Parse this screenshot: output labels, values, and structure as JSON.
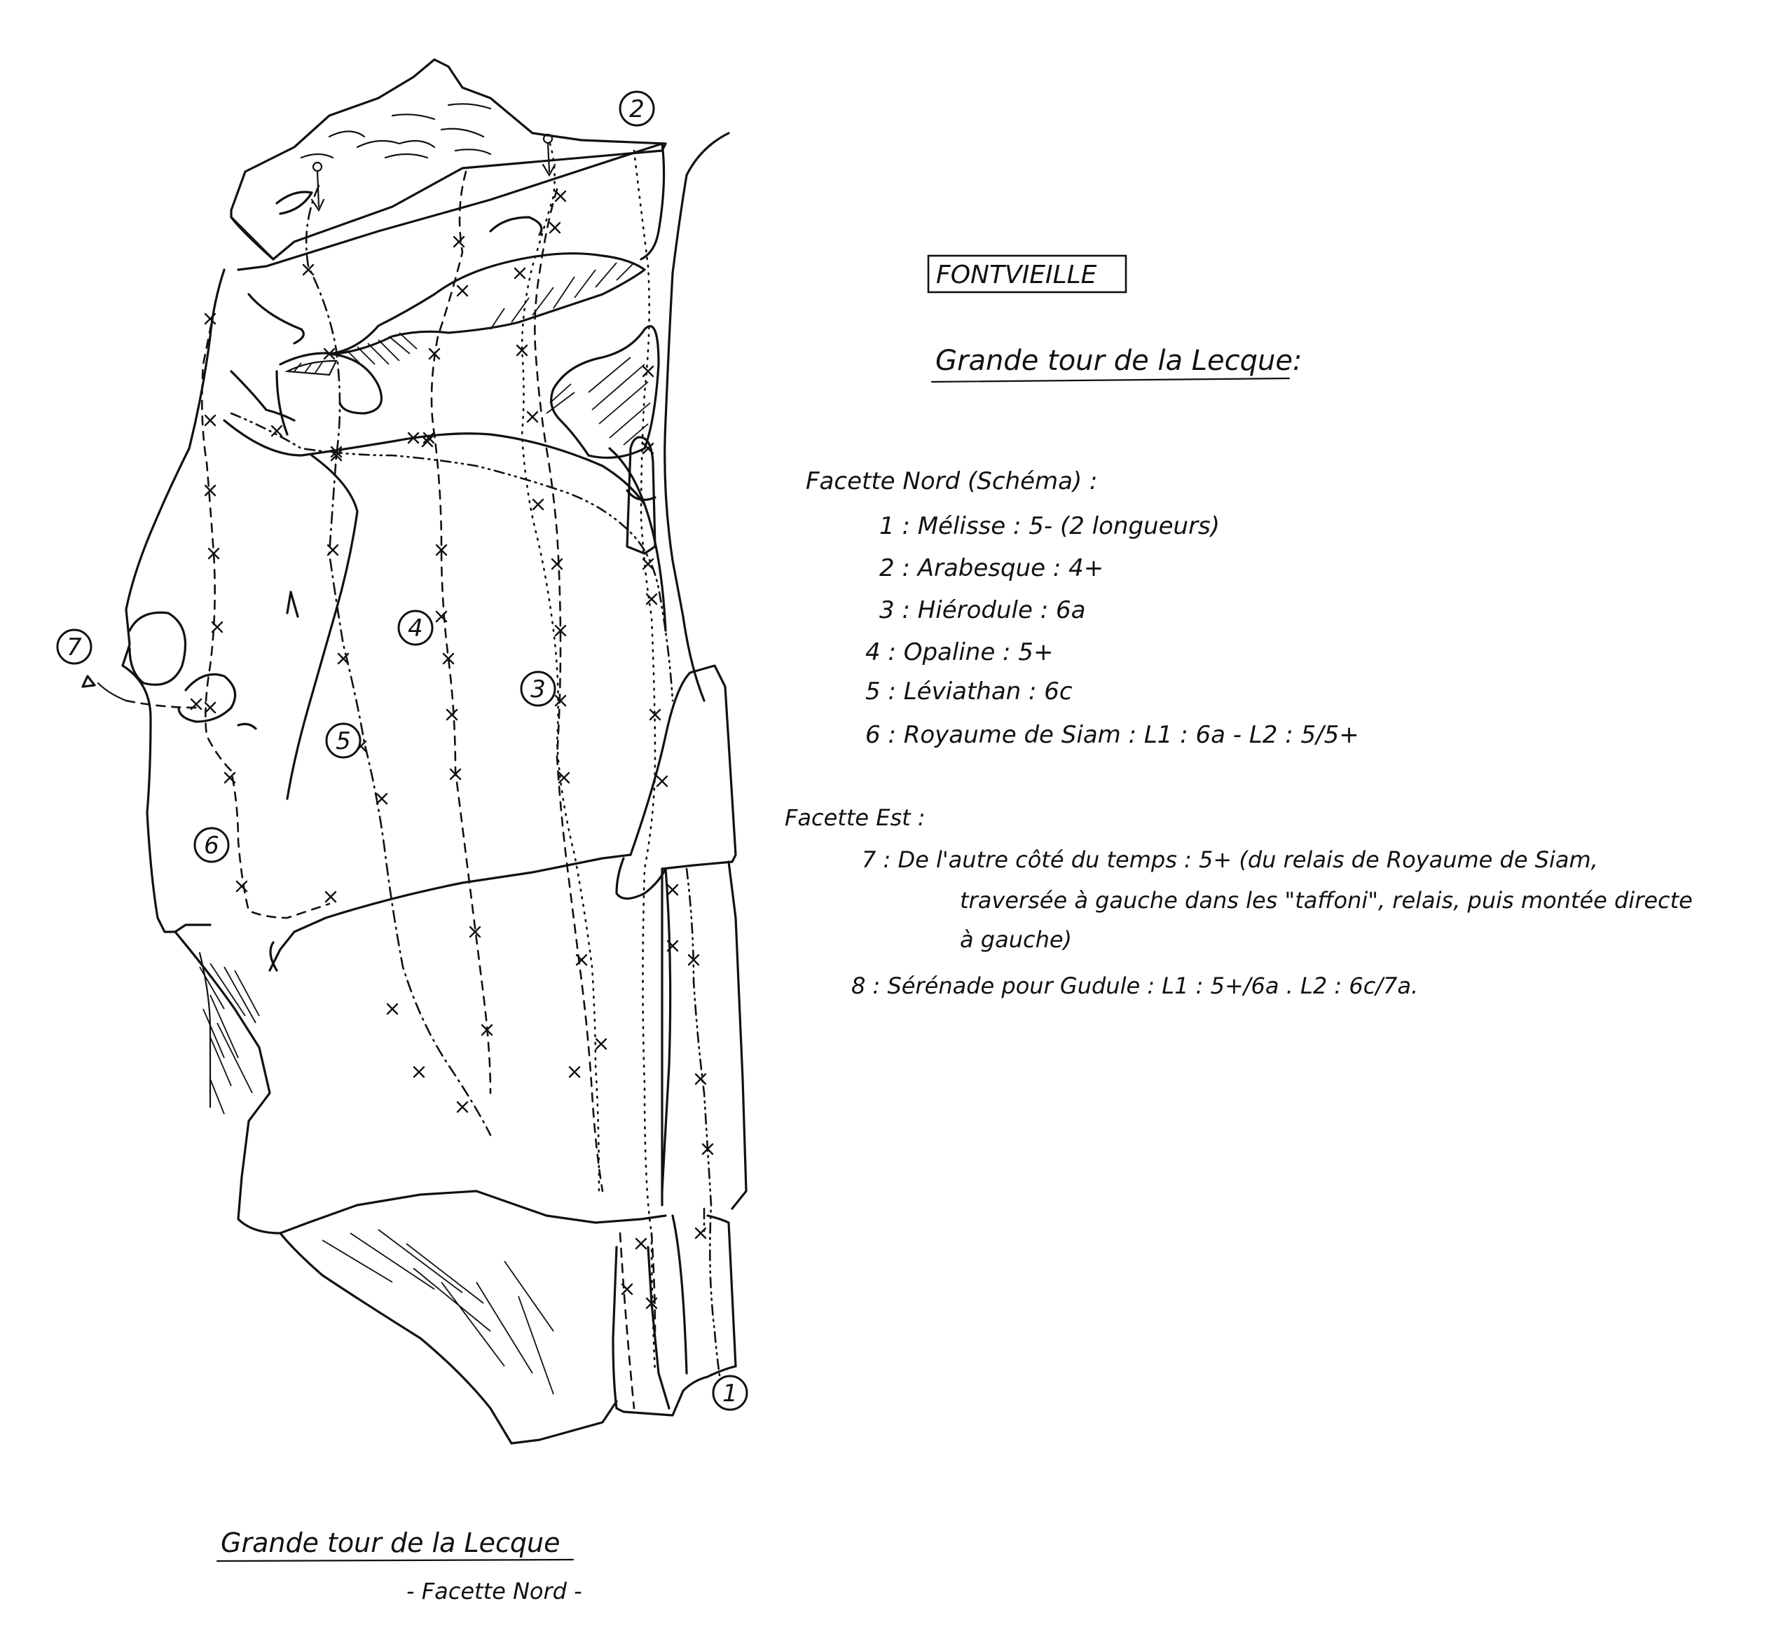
{
  "header": {
    "area_name": "FONTVIEILLE",
    "crag_title": "Grande tour de la Lecque:"
  },
  "north_face": {
    "heading": "Facette Nord (Schéma) :",
    "routes": [
      {
        "number": "1",
        "text": "1 : Mélisse : 5-   (2 longueurs)"
      },
      {
        "number": "2",
        "text": "2 : Arabesque : 4+"
      },
      {
        "number": "3",
        "text": "3 : Hiérodule : 6a"
      },
      {
        "number": "4",
        "text": "4 : Opaline : 5+"
      },
      {
        "number": "5",
        "text": "5 : Léviathan : 6c"
      },
      {
        "number": "6",
        "text": "6 : Royaume de Siam : L1 : 6a - L2 : 5/5+"
      }
    ]
  },
  "east_face": {
    "heading": "Facette Est :",
    "routes": [
      {
        "number": "7",
        "line1": "7 : De l'autre côté du temps : 5+     (du relais de Royaume de Siam,",
        "line2": "traversée à gauche dans les \"taffoni\", relais, puis montée directe",
        "line3": "à gauche)"
      },
      {
        "number": "8",
        "line1": "8 : Sérénade pour Gudule : L1 : 5+/6a . L2 : 6c/7a."
      }
    ]
  },
  "caption": {
    "title": "Grande tour de la Lecque",
    "subtitle": "- Facette Nord -"
  },
  "route_markers": [
    "1",
    "2",
    "3",
    "4",
    "5",
    "6",
    "7"
  ]
}
